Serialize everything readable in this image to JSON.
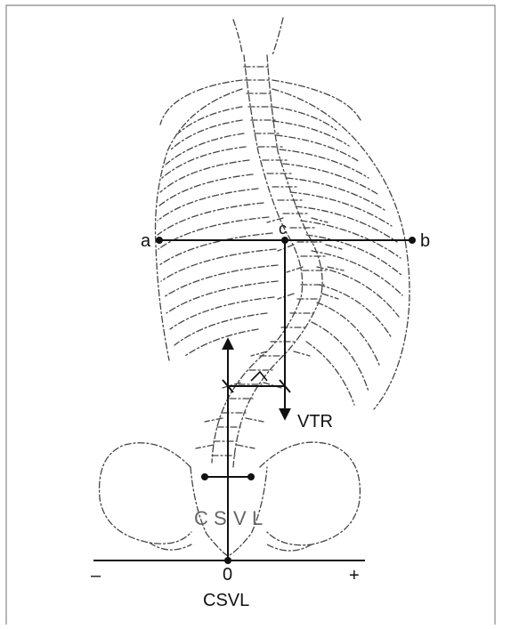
{
  "figure": {
    "labels": {
      "point_a": "a",
      "point_b": "b",
      "point_c": "c",
      "vtr": "VTR",
      "csvl_letters": [
        "C",
        "S",
        "V",
        "L"
      ],
      "zero": "0",
      "minus": "–",
      "plus": "+",
      "csvl": "CSVL"
    },
    "colors": {
      "ink": "#111111",
      "sketch": "#444444",
      "frame": "#888888",
      "background": "#ffffff"
    }
  }
}
